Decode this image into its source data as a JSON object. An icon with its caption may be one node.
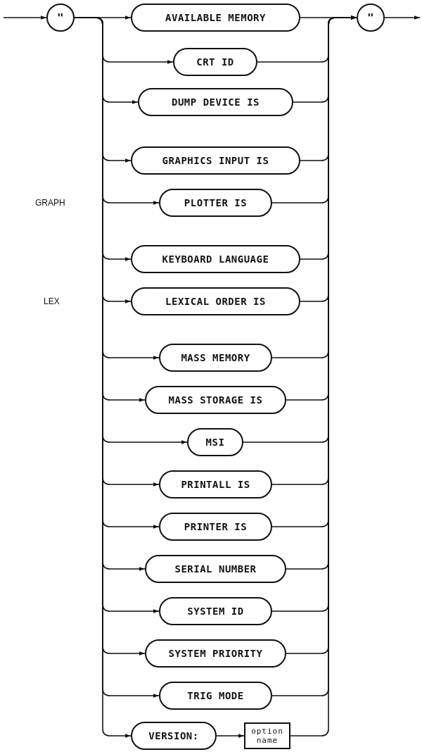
{
  "diagram": {
    "nodes": [
      {
        "text": [
          "\""
        ]
      },
      {
        "text": [
          "AVAILABLE MEMORY"
        ]
      },
      {
        "text": [
          "CRT ID"
        ]
      },
      {
        "text": [
          "DUMP DEVICE IS"
        ]
      },
      {
        "text": [
          "GRAPHICS INPUT IS"
        ]
      },
      {
        "text": [
          "PLOTTER IS"
        ]
      },
      {
        "text": [
          "KEYBOARD LANGUAGE"
        ]
      },
      {
        "text": [
          "LEXICAL ORDER IS"
        ]
      },
      {
        "text": [
          "MASS MEMORY"
        ]
      },
      {
        "text": [
          "MASS STORAGE IS"
        ]
      },
      {
        "text": [
          "MSI"
        ]
      },
      {
        "text": [
          "PRINTALL IS"
        ]
      },
      {
        "text": [
          "PRINTER IS"
        ]
      },
      {
        "text": [
          "SERIAL NUMBER"
        ]
      },
      {
        "text": [
          "SYSTEM ID"
        ]
      },
      {
        "text": [
          "SYSTEM PRIORITY"
        ]
      },
      {
        "text": [
          "TRIG MODE"
        ]
      },
      {
        "text": [
          "VERSION:"
        ]
      },
      {
        "text": [
          "option name"
        ]
      },
      {
        "text": [
          "\""
        ]
      }
    ],
    "edges": [
      {
        "from": null,
        "to": 0,
        "arrow": "to"
      },
      {
        "from": 0,
        "to": 1,
        "arrow": "to"
      },
      {
        "from": 0,
        "to": 2,
        "arrow": "to"
      },
      {
        "from": 0,
        "to": 3,
        "arrow": "to"
      },
      {
        "from": 0,
        "to": 4,
        "arrow": "to"
      },
      {
        "from": 0,
        "to": 5,
        "arrow": "to"
      },
      {
        "from": 0,
        "to": 6,
        "arrow": "to"
      },
      {
        "from": 0,
        "to": 7,
        "arrow": "to"
      },
      {
        "from": 0,
        "to": 8,
        "arrow": "to"
      },
      {
        "from": 0,
        "to": 9,
        "arrow": "to"
      },
      {
        "from": 0,
        "to": 10,
        "arrow": "to"
      },
      {
        "from": 0,
        "to": 11,
        "arrow": "to"
      },
      {
        "from": 0,
        "to": 12,
        "arrow": "to"
      },
      {
        "from": 0,
        "to": 13,
        "arrow": "to"
      },
      {
        "from": 0,
        "to": 14,
        "arrow": "to"
      },
      {
        "from": 0,
        "to": 15,
        "arrow": "to"
      },
      {
        "from": 0,
        "to": 16,
        "arrow": "to"
      },
      {
        "from": 0,
        "to": 17,
        "arrow": "to"
      },
      {
        "from": 1,
        "to": 19,
        "arrow": "to"
      },
      {
        "from": 2,
        "to": 19,
        "arrow": "to"
      },
      {
        "from": 3,
        "to": 19,
        "arrow": "to"
      },
      {
        "from": 4,
        "to": 19,
        "arrow": "to"
      },
      {
        "from": 5,
        "to": 19,
        "arrow": "to"
      },
      {
        "from": 6,
        "to": 19,
        "arrow": "to"
      },
      {
        "from": 7,
        "to": 19,
        "arrow": "to"
      },
      {
        "from": 8,
        "to": 19,
        "arrow": "to"
      },
      {
        "from": 9,
        "to": 19,
        "arrow": "to"
      },
      {
        "from": 10,
        "to": 19,
        "arrow": "to"
      },
      {
        "from": 11,
        "to": 19,
        "arrow": "to"
      },
      {
        "from": 12,
        "to": 19,
        "arrow": "to"
      },
      {
        "from": 13,
        "to": 19,
        "arrow": "to"
      },
      {
        "from": 14,
        "to": 19,
        "arrow": "to"
      },
      {
        "from": 15,
        "to": 19,
        "arrow": "to"
      },
      {
        "from": 16,
        "to": 19,
        "arrow": "to"
      },
      {
        "from": 17,
        "to": 18,
        "arrow": "to"
      },
      {
        "from": 18,
        "to": 19,
        "arrow": "to"
      },
      {
        "from": 19,
        "to": null,
        "arrow": "to"
      }
    ],
    "labels": [
      "GRAPH",
      "LEX"
    ]
  }
}
